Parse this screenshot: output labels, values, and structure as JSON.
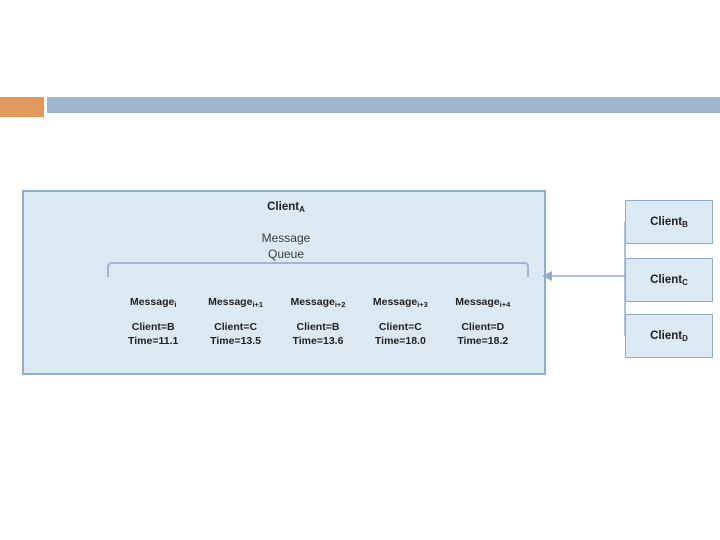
{
  "diagram": {
    "title_client_a": "Client",
    "title_client_a_sub": "A",
    "queue_label_line1": "Message",
    "queue_label_line2": "Queue",
    "table": {
      "headers": [
        {
          "text": "Message",
          "sub": "i"
        },
        {
          "text": "Message",
          "sub": "i+1"
        },
        {
          "text": "Message",
          "sub": "i+2"
        },
        {
          "text": "Message",
          "sub": "i+3"
        },
        {
          "text": "Message",
          "sub": "i+4"
        }
      ],
      "cells": [
        {
          "client": "Client=B",
          "time": "Time=11.1"
        },
        {
          "client": "Client=C",
          "time": "Time=13.5"
        },
        {
          "client": "Client=B",
          "time": "Time=13.6"
        },
        {
          "client": "Client=C",
          "time": "Time=18.0"
        },
        {
          "client": "Client=D",
          "time": "Time=18.2"
        }
      ]
    },
    "clients": [
      {
        "name": "Client",
        "sub": "B"
      },
      {
        "name": "Client",
        "sub": "C"
      },
      {
        "name": "Client",
        "sub": "D"
      }
    ],
    "colors": {
      "panel_fill": "#dce9f3",
      "panel_border": "#8faecb",
      "top_bar": "#9fb8d0",
      "accent": "#e2995e",
      "text": "#1f1f1f"
    }
  }
}
